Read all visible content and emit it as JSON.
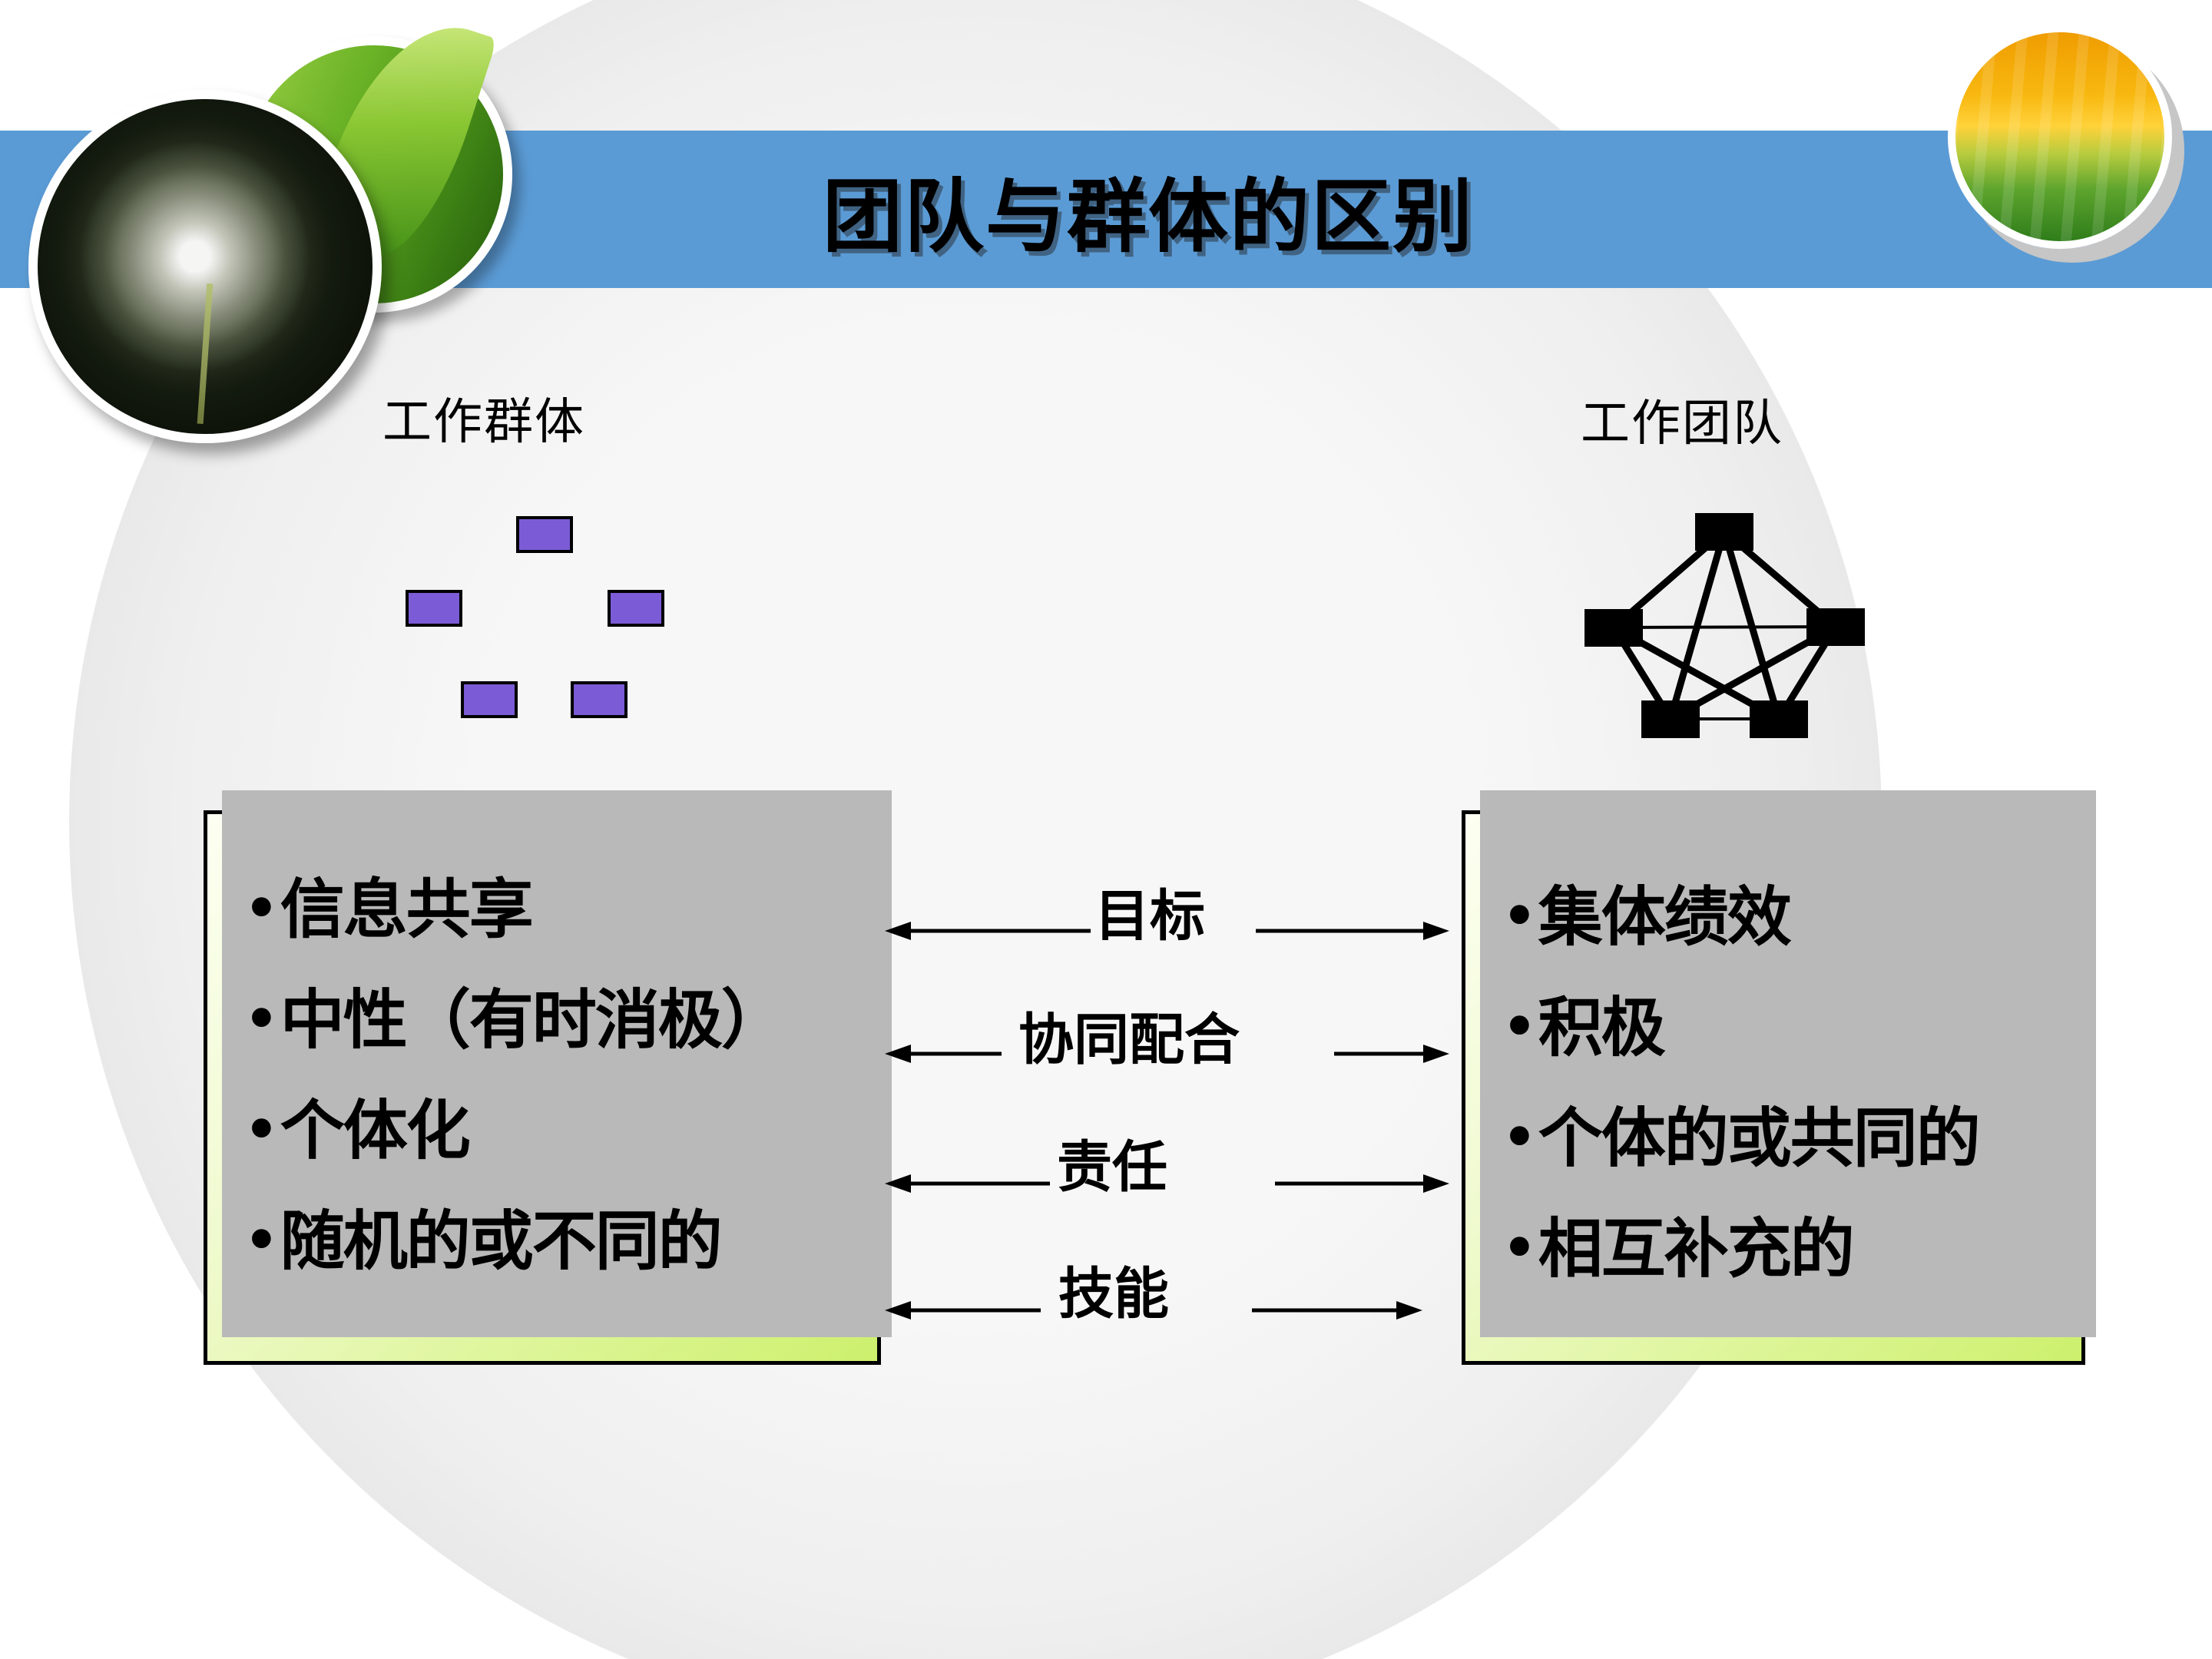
{
  "slide": {
    "title": "团队与群体的区别",
    "left_column": {
      "label": "工作群体",
      "bullets": [
        "信息共享",
        "中性（有时消极）",
        "个体化",
        "随机的或不同的"
      ]
    },
    "right_column": {
      "label": "工作团队",
      "bullets": [
        "集体绩效",
        "积极",
        "个体的或共同的",
        "相互补充的"
      ]
    },
    "comparison_rows": [
      {
        "label": "目标"
      },
      {
        "label": "协同配合"
      },
      {
        "label": "责任"
      },
      {
        "label": "技能"
      }
    ],
    "colors": {
      "band_blue": "#5b9bd5",
      "member_purple": "#7b5cd6",
      "box_green_dark": "#cdf06d",
      "box_green_light": "#fdfff2",
      "shadow_gray": "#b9b9b9"
    },
    "icons": {
      "dandelion_photo": "dandelion-photo-circle",
      "leaf_photo": "leaf-waterdrop-photo-circle",
      "tulip_photo": "tulip-photo-circle",
      "group_diagram": "scattered-members-diagram",
      "team_diagram": "connected-network-diagram"
    }
  }
}
